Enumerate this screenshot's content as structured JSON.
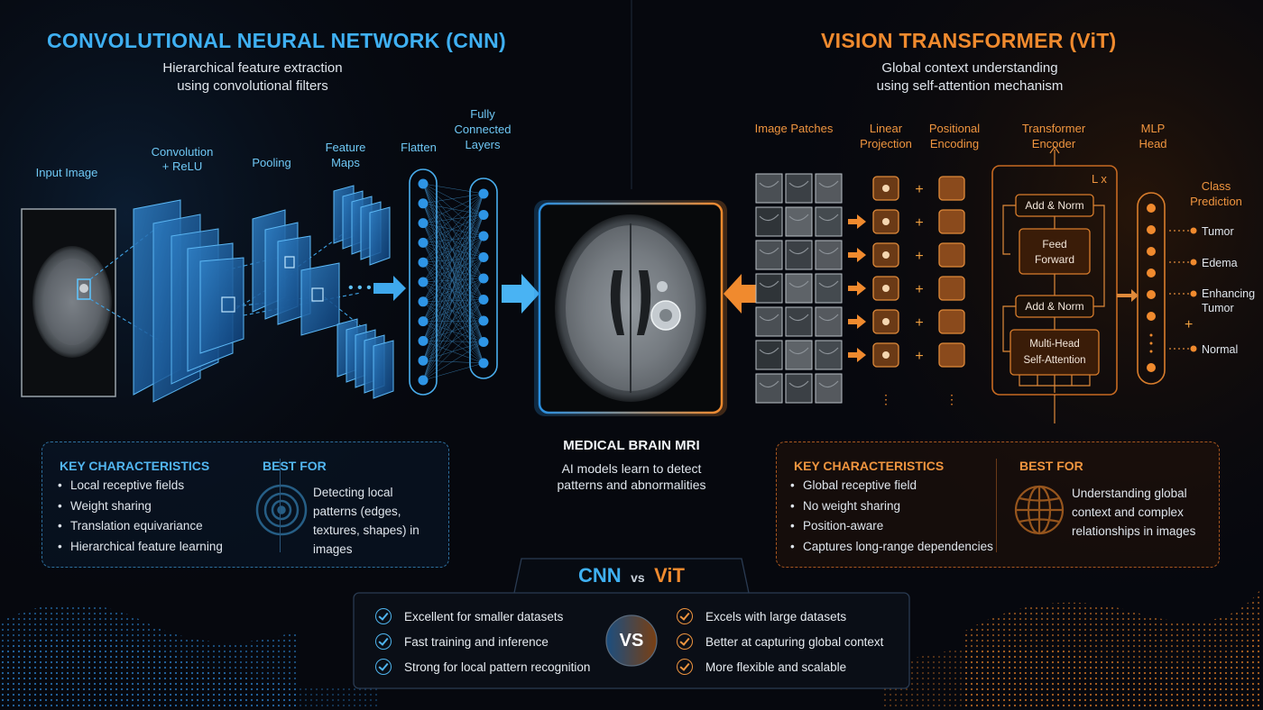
{
  "cnn": {
    "title": "CONVOLUTIONAL NEURAL NETWORK (CNN)",
    "subtitle_line1": "Hierarchical feature extraction",
    "subtitle_line2": "using convolutional filters",
    "stages": {
      "input": "Input Image",
      "conv_line1": "Convolution",
      "conv_line2": "+ ReLU",
      "pooling": "Pooling",
      "maps_line1": "Feature",
      "maps_line2": "Maps",
      "flatten": "Flatten",
      "fc_line1": "Fully",
      "fc_line2": "Connected",
      "fc_line3": "Layers"
    },
    "panel": {
      "heading": "KEY CHARACTERISTICS",
      "items": [
        "Local receptive fields",
        "Weight sharing",
        "Translation equivariance",
        "Hierarchical feature learning"
      ],
      "best_heading": "BEST FOR",
      "best_text": "Detecting local patterns (edges, textures, shapes) in images",
      "best_icon": "concentric-target-icon"
    }
  },
  "center": {
    "title": "MEDICAL BRAIN MRI",
    "desc_line1": "AI models learn to detect",
    "desc_line2": "patterns and abnormalities"
  },
  "vit": {
    "title": "VISION TRANSFORMER (ViT)",
    "subtitle_line1": "Global context understanding",
    "subtitle_line2": "using self-attention mechanism",
    "stages": {
      "patches": "Image Patches",
      "linear_line1": "Linear",
      "linear_line2": "Projection",
      "pos_line1": "Positional",
      "pos_line2": "Encoding",
      "encoder_line1": "Transformer",
      "encoder_line2": "Encoder",
      "mlp_line1": "MLP",
      "mlp_line2": "Head",
      "class_line1": "Class",
      "class_line2": "Prediction"
    },
    "encoder": {
      "repeat": "L x",
      "add_norm_top": "Add & Norm",
      "ff_line1": "Feed",
      "ff_line2": "Forward",
      "add_norm_bottom": "Add & Norm",
      "mhsa_line1": "Multi-Head",
      "mhsa_line2": "Self-Attention"
    },
    "classes": [
      "Tumor",
      "Edema",
      "Enhancing",
      "Tumor",
      "Normal"
    ],
    "plus": "+",
    "panel": {
      "heading": "KEY CHARACTERISTICS",
      "items": [
        "Global receptive field",
        "No weight sharing",
        "Position-aware",
        "Captures long-range dependencies"
      ],
      "best_heading": "BEST FOR",
      "best_text": "Understanding global context and complex relationships in images",
      "best_icon": "globe-icon"
    }
  },
  "comparison": {
    "left": "CNN",
    "vs_small": "vs",
    "right": "ViT",
    "badge": "VS",
    "cnn_points": [
      "Excellent for smaller datasets",
      "Fast training and inference",
      "Strong for local pattern recognition"
    ],
    "vit_points": [
      "Excels with large datasets",
      "Better at capturing global context",
      "More flexible and scalable"
    ]
  },
  "colors": {
    "cnn_accent": "#3aa8ea",
    "vit_accent": "#f08a2e",
    "background": "#06080e"
  }
}
